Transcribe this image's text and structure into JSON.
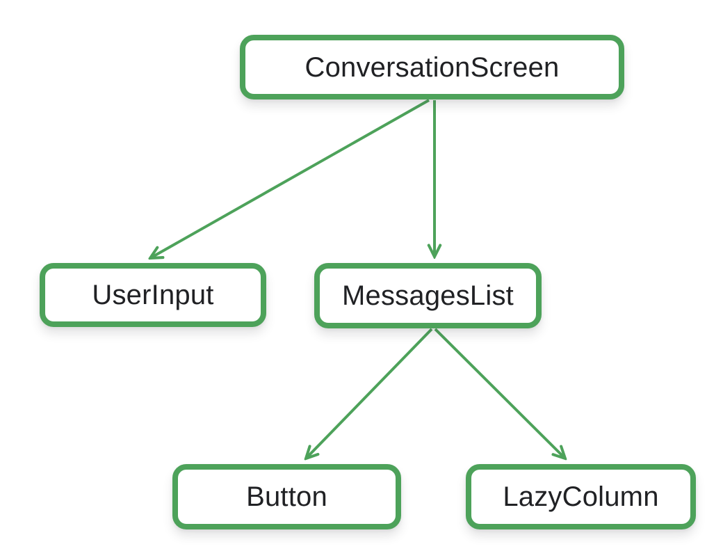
{
  "diagram": {
    "type": "tree",
    "nodes": {
      "conversation_screen": {
        "label": "ConversationScreen"
      },
      "user_input": {
        "label": "UserInput"
      },
      "messages_list": {
        "label": "MessagesList"
      },
      "button": {
        "label": "Button"
      },
      "lazy_column": {
        "label": "LazyColumn"
      }
    },
    "edges": [
      {
        "from": "ConversationScreen",
        "to": "UserInput"
      },
      {
        "from": "ConversationScreen",
        "to": "MessagesList"
      },
      {
        "from": "MessagesList",
        "to": "Button"
      },
      {
        "from": "MessagesList",
        "to": "LazyColumn"
      }
    ],
    "colors": {
      "accent_green": "#4da25a",
      "node_fill": "#ffffff",
      "node_text": "#202124",
      "background": "#ffffff"
    }
  }
}
